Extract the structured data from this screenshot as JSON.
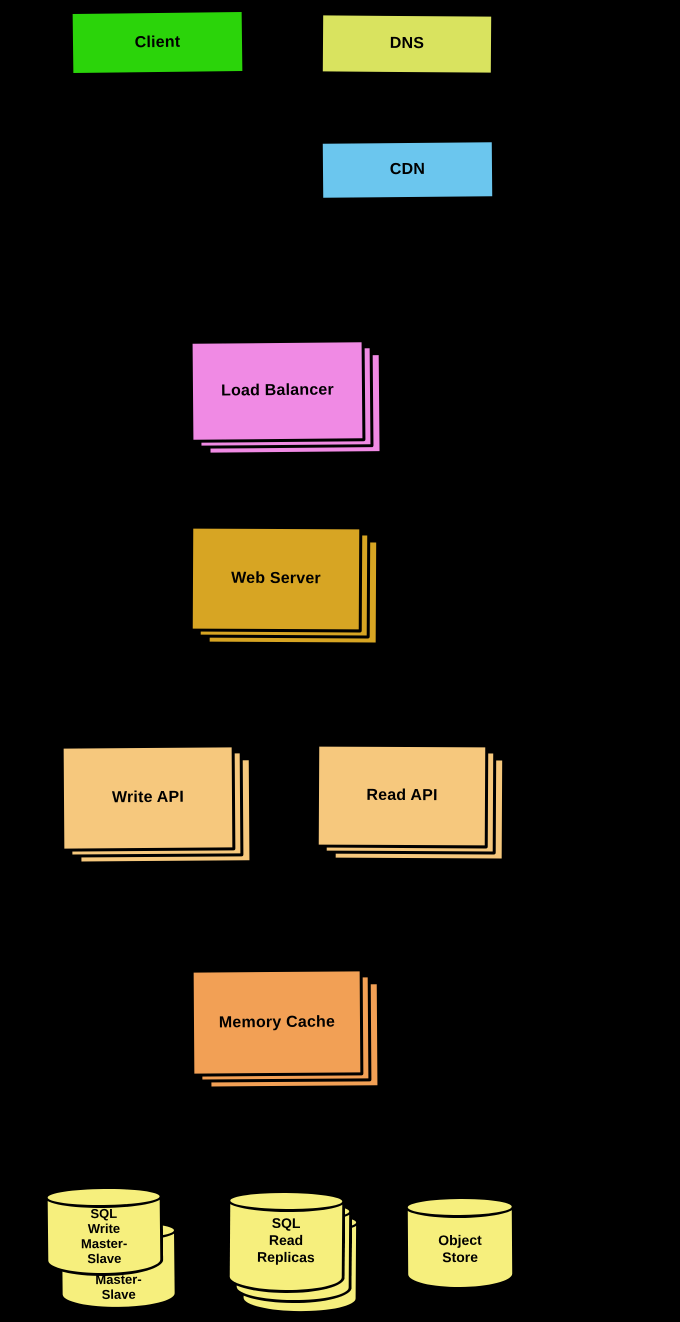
{
  "diagram": {
    "background": "#000000",
    "nodes": {
      "client": {
        "label": "Client",
        "fill": "#2bd40a"
      },
      "dns": {
        "label": "DNS",
        "fill": "#d9e35f"
      },
      "cdn": {
        "label": "CDN",
        "fill": "#6bc6ee"
      },
      "load_balancer": {
        "label": "Load Balancer",
        "fill": "#f08ae4"
      },
      "web_server": {
        "label": "Web Server",
        "fill": "#d7a523"
      },
      "write_api": {
        "label": "Write API",
        "fill": "#f6c87d"
      },
      "read_api": {
        "label": "Read API",
        "fill": "#f6c87d"
      },
      "memory_cache": {
        "label": "Memory Cache",
        "fill": "#f2a055"
      },
      "sql_write": {
        "label": "SQL\nWrite\nMaster-\nSlave",
        "fill": "#f6ef7d"
      },
      "sql_read": {
        "label": "SQL\nRead\nReplicas",
        "fill": "#f6ef7d"
      },
      "object_store": {
        "label": "Object\nStore",
        "fill": "#f6ef7d"
      }
    }
  }
}
